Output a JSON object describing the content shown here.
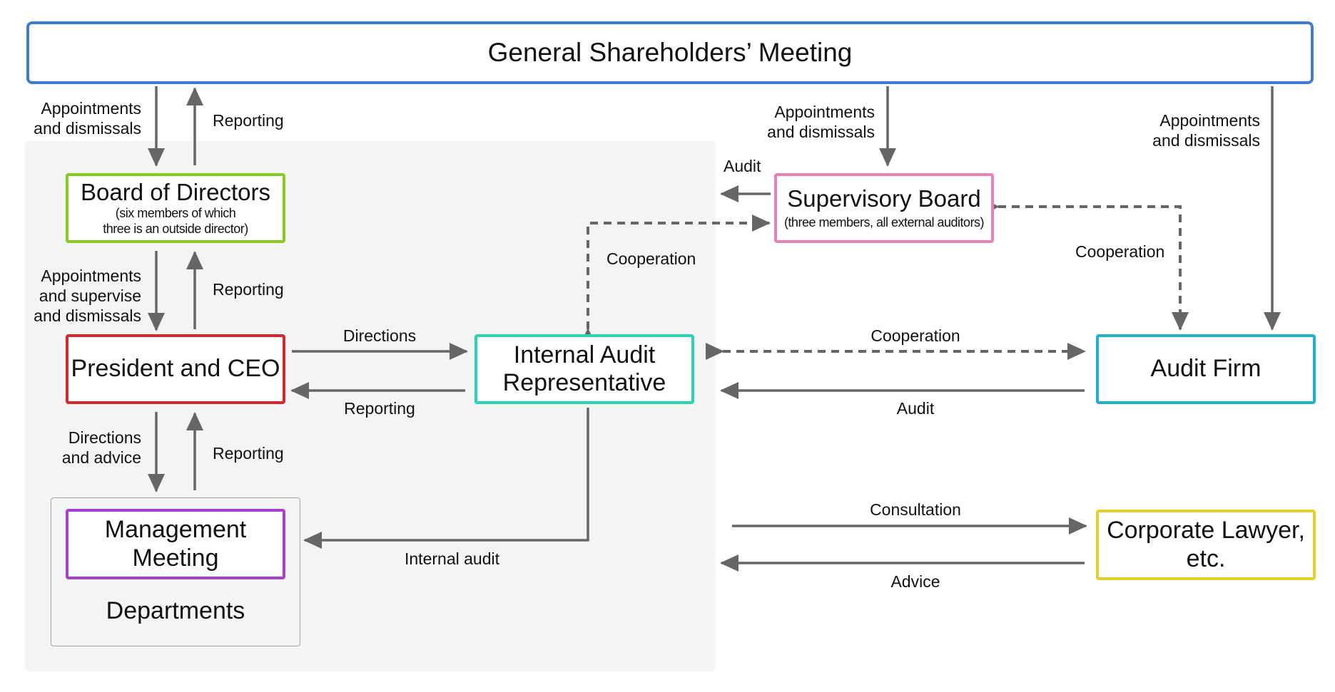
{
  "nodes": {
    "shareholders": "General Shareholders’ Meeting",
    "board_title": "Board of Directors",
    "board_sub_1": "(six members of which",
    "board_sub_2": "three is an outside director)",
    "supervisory_title": "Supervisory Board",
    "supervisory_sub": "(three members, all external auditors)",
    "president": "President and CEO",
    "internal_audit_1": "Internal Audit",
    "internal_audit_2": "Representative",
    "audit_firm": "Audit Firm",
    "management_1": "Management",
    "management_2": "Meeting",
    "departments": "Departments",
    "lawyer_1": "Corporate Lawyer,",
    "lawyer_2": "etc."
  },
  "labels": {
    "gsm_board_appoint_1": "Appointments",
    "gsm_board_appoint_2": "and dismissals",
    "board_gsm_reporting": "Reporting",
    "gsm_sup_appoint_1": "Appointments",
    "gsm_sup_appoint_2": "and dismissals",
    "gsm_firm_appoint_1": "Appointments",
    "gsm_firm_appoint_2": "and dismissals",
    "sup_audit": "Audit",
    "ia_sup_cooperation": "Cooperation",
    "sup_firm_cooperation": "Cooperation",
    "board_ceo_appoint_1": "Appointments",
    "board_ceo_appoint_2": "and supervise",
    "board_ceo_appoint_3": "and dismissals",
    "ceo_board_reporting": "Reporting",
    "ceo_ia_directions": "Directions",
    "ia_ceo_reporting": "Reporting",
    "ia_firm_cooperation": "Cooperation",
    "firm_audit": "Audit",
    "ceo_mgmt_directions_1": "Directions",
    "ceo_mgmt_directions_2": "and advice",
    "mgmt_ceo_reporting": "Reporting",
    "internal_audit": "Internal audit",
    "consultation": "Consultation",
    "advice": "Advice"
  },
  "colors": {
    "shareholders": "#3f7bd1",
    "board": "#86cc1e",
    "supervisory": "#ec7fb9",
    "president": "#d8262b",
    "internal_audit": "#2ad3b5",
    "audit_firm": "#1fb2cf",
    "management": "#a93fcd",
    "lawyer": "#e5cf2c",
    "arrow": "#666666"
  }
}
